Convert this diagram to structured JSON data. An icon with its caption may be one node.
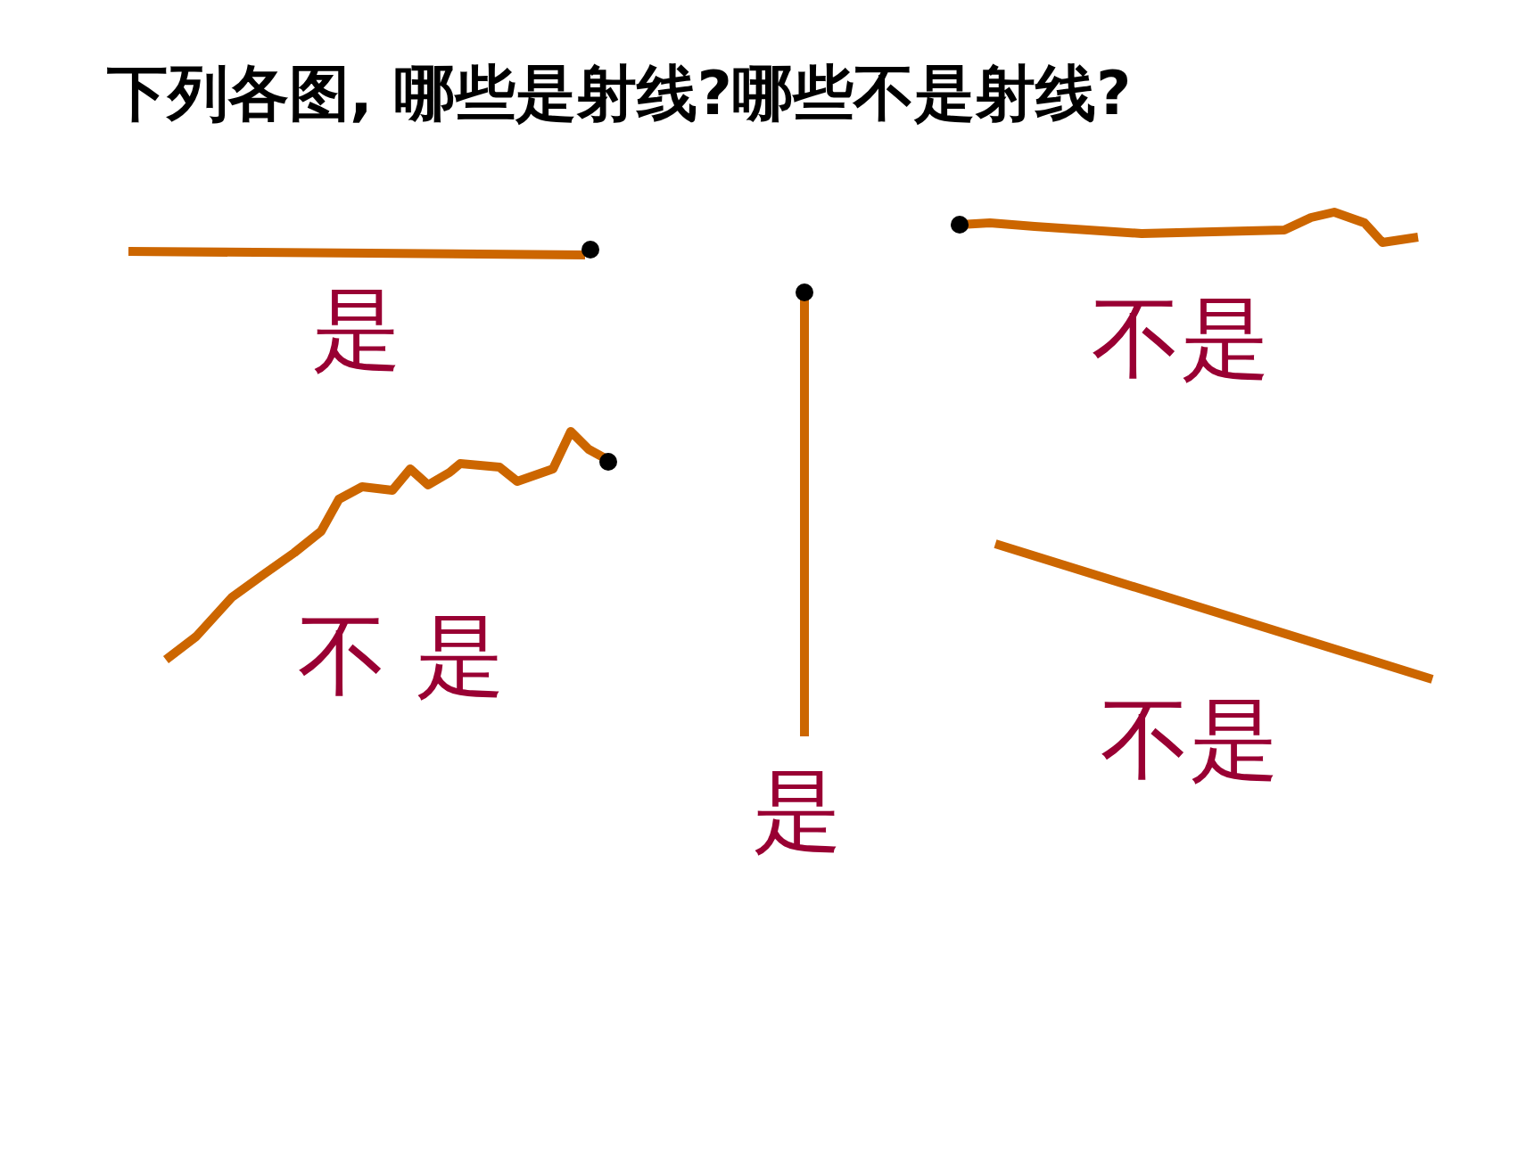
{
  "diagram": {
    "title": "下列各图, 哪些是射线?哪些不是射线?",
    "labels": [
      "是",
      "不是",
      "不 是",
      "不是",
      "是"
    ]
  }
}
